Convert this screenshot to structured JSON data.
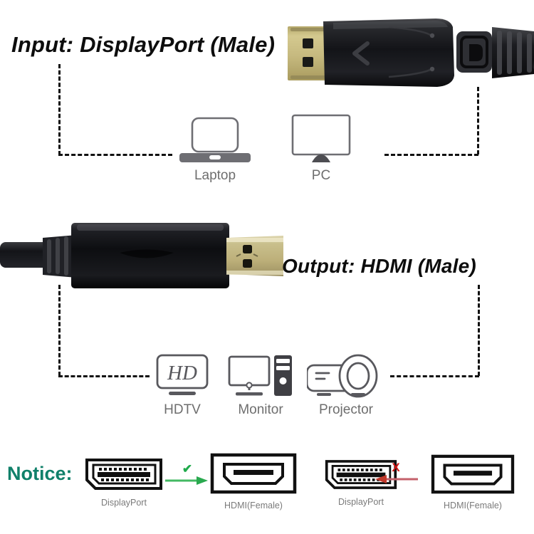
{
  "headings": {
    "input": "Input: DisplayPort (Male)",
    "output": "Output: HDMI (Male)"
  },
  "source_devices": {
    "caption_laptop": "Laptop",
    "caption_pc": "PC",
    "icons": [
      "laptop-icon",
      "desktop-monitor-icon"
    ]
  },
  "target_devices": {
    "caption_hdtv": "HDTV",
    "caption_monitor": "Monitor",
    "caption_projector": "Projector",
    "hd_badge_text": "HD",
    "icons": [
      "hdtv-icon",
      "monitor-tower-icon",
      "projector-icon"
    ]
  },
  "connectors": {
    "displayport_male": "displayport-male-connector",
    "hdmi_male": "hdmi-male-connector"
  },
  "notice": {
    "label": "Notice:",
    "pairs": [
      {
        "from_label": "DisplayPort",
        "to_label": "HDMI(Female)",
        "mark": "✔",
        "direction": "right",
        "supported": "true"
      },
      {
        "from_label": "DisplayPort",
        "to_label": "HDMI(Female)",
        "mark": "X",
        "direction": "left",
        "supported": "false"
      }
    ]
  },
  "colors": {
    "notice_label": "#10806a",
    "ok_green": "#1faa4b",
    "bad_red": "#d01414",
    "caption_gray": "#6e6e6e",
    "connector_black": "#15161a",
    "connector_gold": "#c8bd82"
  }
}
